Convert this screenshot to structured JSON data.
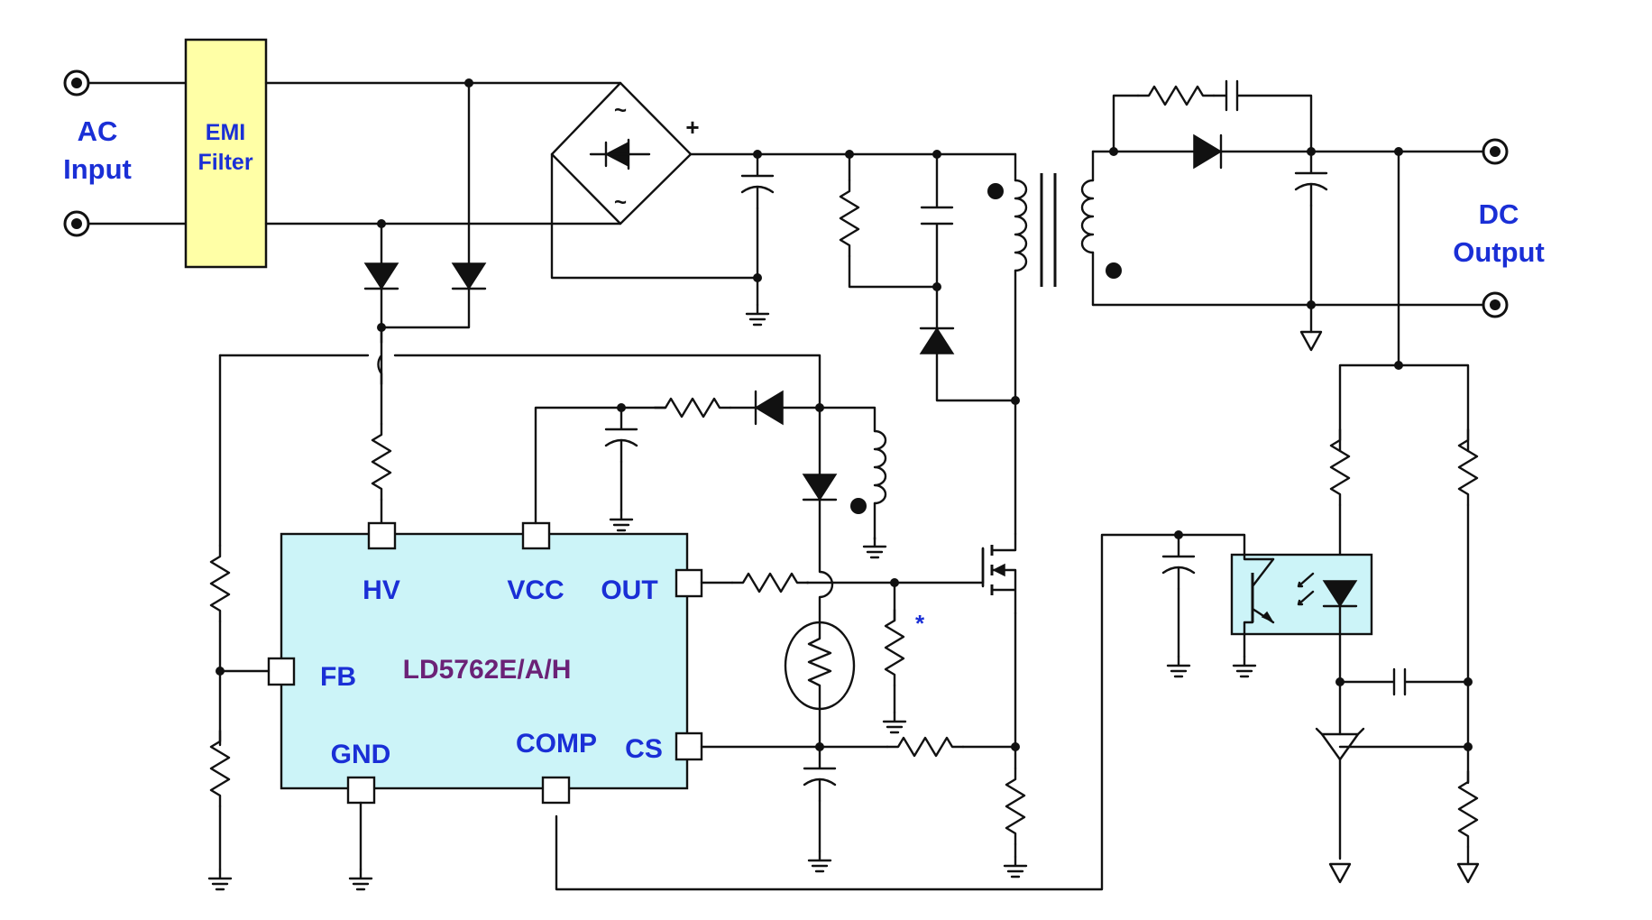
{
  "labels": {
    "ac_input_1": "AC",
    "ac_input_2": "Input",
    "emi_1": "EMI",
    "emi_2": "Filter",
    "dc_output_1": "DC",
    "dc_output_2": "Output",
    "bridge_plus": "+",
    "bridge_ac_top": "~",
    "bridge_ac_bottom": "~",
    "asterisk": "*"
  },
  "ic": {
    "part": "LD5762E/A/H",
    "pins": {
      "hv": "HV",
      "vcc": "VCC",
      "out": "OUT",
      "fb": "FB",
      "gnd": "GND",
      "comp": "COMP",
      "cs": "CS"
    }
  },
  "colors": {
    "label_blue": "#1a2fd6",
    "part_purple": "#6b2277",
    "emi_fill": "#ffffa6",
    "ic_fill": "#ccf4f8",
    "opto_fill": "#ccf4f8"
  }
}
